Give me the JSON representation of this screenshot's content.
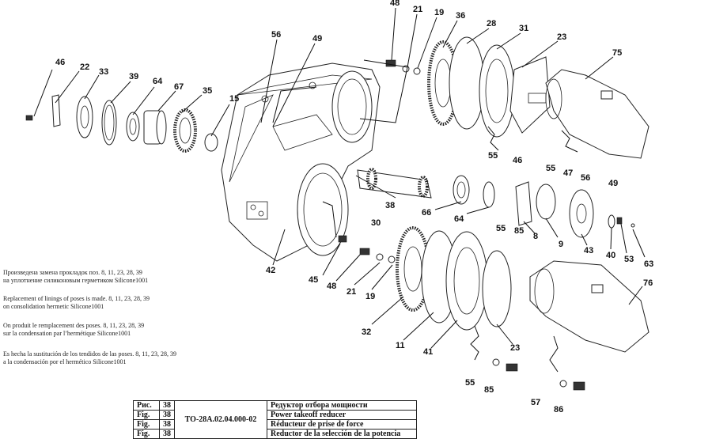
{
  "notes": [
    {
      "lines": [
        "Произведена замена прокладок поз. 8, 11, 23, 28, 39",
        "на уплотнение силиконовым герметиком Silicone1001"
      ]
    },
    {
      "lines": [
        "Replacement of  linings of poses is made. 8, 11, 23, 28, 39",
        "on consolidation hermetic Silicone1001"
      ]
    },
    {
      "lines": [
        "On produit le remplacement des poses. 8, 11, 23, 28, 39",
        "sur la condensation par l’hermétique Silicone1001"
      ]
    },
    {
      "lines": [
        "Es hecha la sustitución de los tendidos de las poses. 8, 11, 23, 28, 39",
        "a la condensación por el hermético Silicone1001"
      ]
    }
  ],
  "caption": {
    "code": "TO-28A.02.04.000-02",
    "rows": [
      {
        "label": "Рис.",
        "num": "38",
        "title": "Редуктор отбора мощности"
      },
      {
        "label": "Fig.",
        "num": "38",
        "title": "Power takeoff reducer"
      },
      {
        "label": "Fig.",
        "num": "38",
        "title": "Réducteur de prise de force"
      },
      {
        "label": "Fig.",
        "num": "38",
        "title": "Reductor de la selección de la potencia"
      }
    ]
  },
  "callouts": [
    "48",
    "21",
    "19",
    "36",
    "28",
    "31",
    "23",
    "75",
    "56",
    "49",
    "46",
    "22",
    "33",
    "39",
    "64",
    "67",
    "35",
    "15",
    "55",
    "46",
    "56",
    "49",
    "55",
    "47",
    "38",
    "66",
    "64",
    "8",
    "9",
    "43",
    "40",
    "53",
    "63",
    "55",
    "85",
    "30",
    "42",
    "45",
    "48",
    "21",
    "19",
    "32",
    "11",
    "41",
    "23",
    "76",
    "55",
    "85",
    "57",
    "86"
  ]
}
